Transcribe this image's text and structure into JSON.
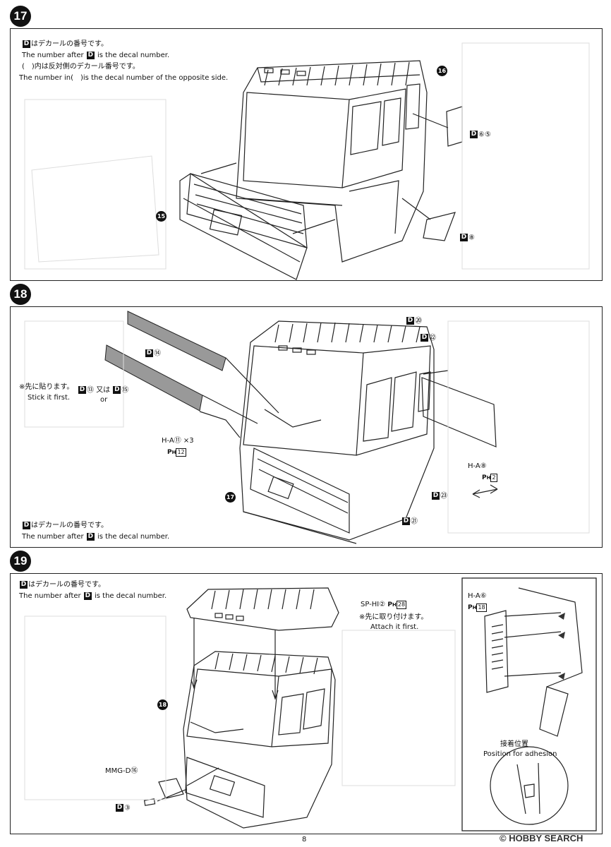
{
  "steps": {
    "s17": "17",
    "s18": "18",
    "s19": "19"
  },
  "step17": {
    "d_letter": "D",
    "line1": "はデカールの番号です。",
    "line2a": "The number after ",
    "line2b": " is the decal number.",
    "line3": "(　)内は反対側のデカール番号です。",
    "line4": "The number in(　)is the decal number of the opposite side.",
    "callout15": "15",
    "callout16": "16",
    "decal_6_5": "⑥⑤",
    "decal_8": "⑧"
  },
  "step18": {
    "decal_14": "⑭",
    "note_jp": "※先に貼ります。",
    "note_en": "Stick it first.",
    "decal_13": "⑬",
    "or_jp": "又は",
    "or_en": "or",
    "decal_15": "⑮",
    "decal_20": "⑳",
    "decal_22": "㉒",
    "decal_23": "㉓",
    "decal_21": "㉑",
    "ha11": "H-A⑪ ×3",
    "ph12": "12",
    "ha8": "H-A⑧",
    "ph2": "2",
    "callout17": "17",
    "line1": "はデカールの番号です。",
    "line2a": "The number after ",
    "line2b": " is the decal number."
  },
  "step19": {
    "line1": "はデカールの番号です。",
    "line2a": "The number after ",
    "line2b": " is the decal number.",
    "sphi": "SP-HI②",
    "ph28": "28",
    "attach_jp": "※先に取り付けます。",
    "attach_en": "Attach it first.",
    "callout18": "18",
    "mmgd": "MMG-D⑯",
    "decal_3": "③",
    "ha6": "H-A⑥",
    "ph18": "18",
    "adhesion_jp": "接着位置",
    "adhesion_en": "Position for adhesion"
  },
  "ph_prefix": "P",
  "ph_sub": "H",
  "page_number": "8",
  "watermark": "© HOBBY SEARCH"
}
